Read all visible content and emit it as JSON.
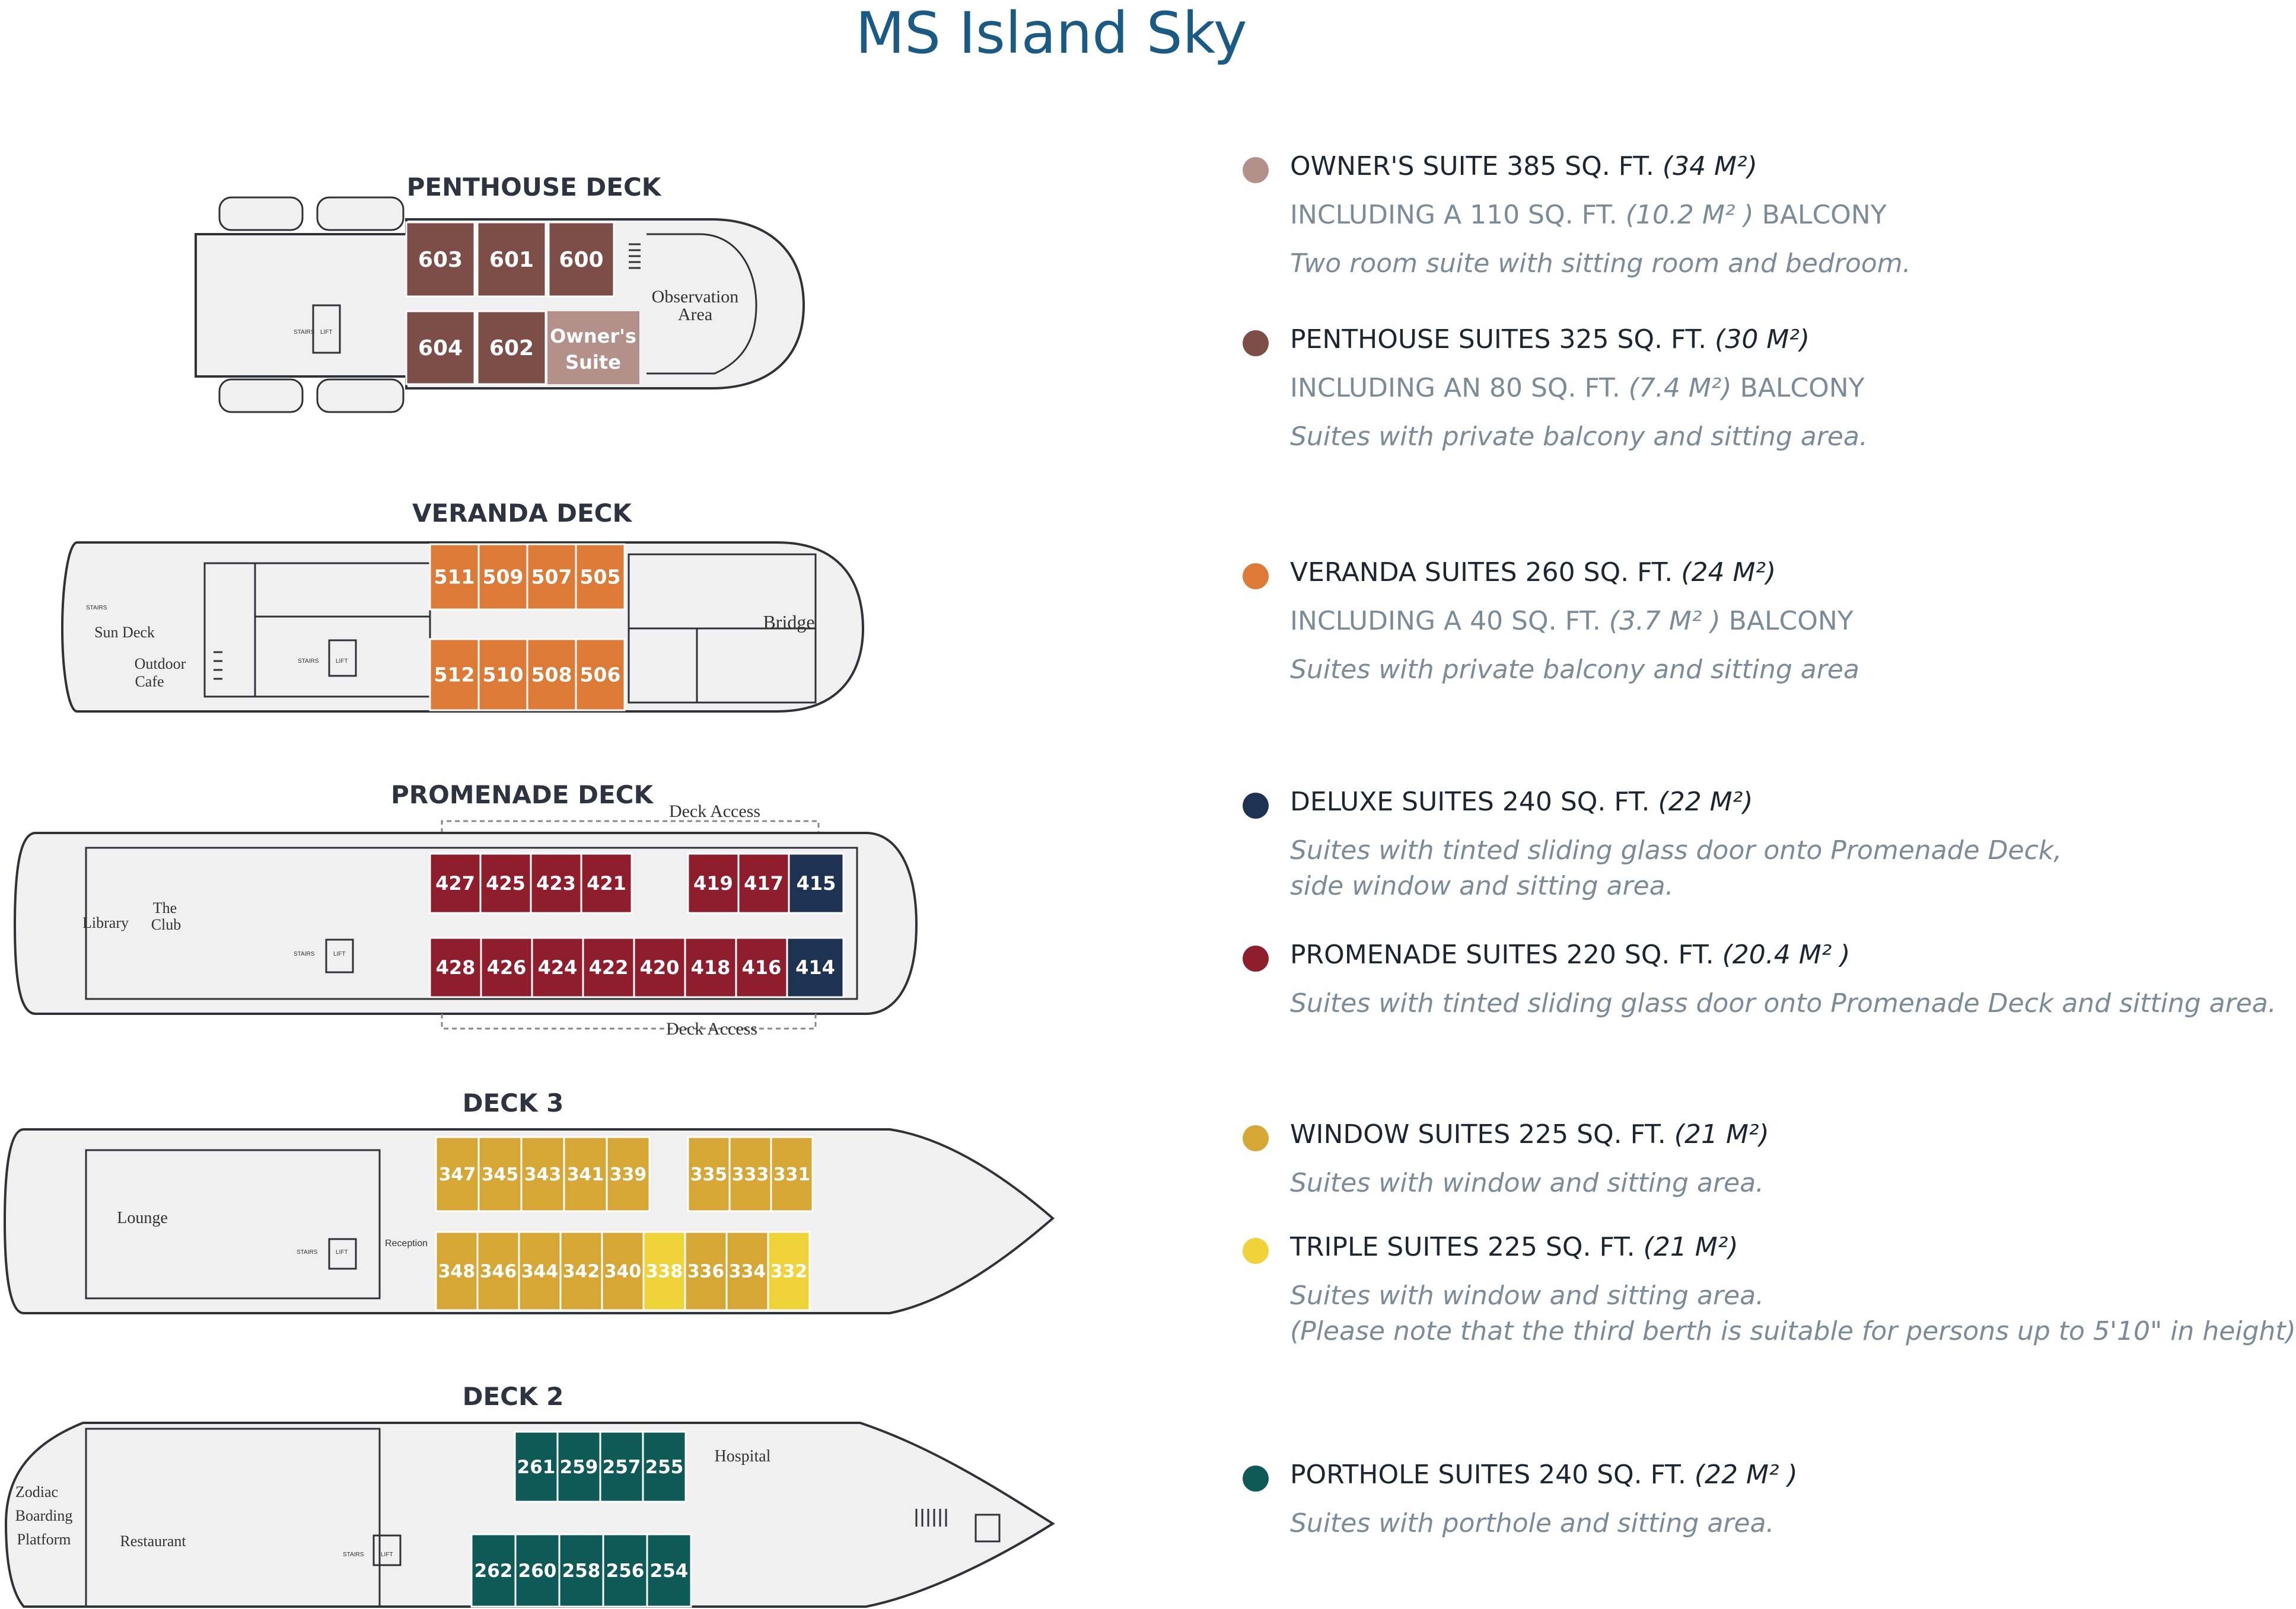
{
  "title": "MS Island Sky",
  "colors": {
    "owners": "#b39089",
    "penthouse": "#7d4e47",
    "veranda": "#dd7a35",
    "deluxe": "#1e3352",
    "promenade": "#8f1d2b",
    "window": "#d6a734",
    "triple": "#efd338",
    "porthole": "#0e5a57",
    "hull": "#f0f0f0",
    "outline": "#2f3237"
  },
  "decks": {
    "penthouse": {
      "title": "PENTHOUSE DECK",
      "cabins": [
        "603",
        "601",
        "600",
        "604",
        "602"
      ],
      "owners_suite": [
        "Owner's",
        "Suite"
      ],
      "labels": [
        "Observation",
        "Area"
      ],
      "stairs": "STAIRS",
      "lift": "LIFT"
    },
    "veranda": {
      "title": "VERANDA DECK",
      "cabins_top": [
        "511",
        "509",
        "507",
        "505"
      ],
      "cabins_bottom": [
        "512",
        "510",
        "508",
        "506"
      ],
      "labels": [
        "Sun Deck",
        "Outdoor",
        "Cafe",
        "Bridge"
      ],
      "stairs": "STAIRS",
      "lift": "LIFT"
    },
    "promenade": {
      "title": "PROMENADE DECK",
      "cabins_top": [
        "427",
        "425",
        "423",
        "421",
        "419",
        "417",
        "415"
      ],
      "cabins_bottom": [
        "428",
        "426",
        "424",
        "422",
        "420",
        "418",
        "416",
        "414"
      ],
      "labels": [
        "Library",
        "The",
        "Club"
      ],
      "deck_access_top": "Deck Access",
      "deck_access_bottom": "Deck Access",
      "stairs": "STAIRS",
      "lift": "LIFT"
    },
    "deck3": {
      "title": "DECK 3",
      "cabins_top": [
        "347",
        "345",
        "343",
        "341",
        "339",
        "335",
        "333",
        "331"
      ],
      "cabins_bottom": [
        "348",
        "346",
        "344",
        "342",
        "340",
        "338",
        "336",
        "334",
        "332"
      ],
      "labels": [
        "Lounge",
        "Reception"
      ],
      "stairs": "STAIRS",
      "lift": "LIFT"
    },
    "deck2": {
      "title": "DECK  2",
      "cabins_top": [
        "261",
        "259",
        "257",
        "255"
      ],
      "cabins_bottom": [
        "262",
        "260",
        "258",
        "256",
        "254"
      ],
      "labels": [
        "Zodiac",
        "Boarding",
        "Platform",
        "Restaurant",
        "Hospital"
      ],
      "stairs": "STAIRS",
      "lift": "LIFT"
    }
  },
  "legend": {
    "owners": {
      "head": "OWNER'S SUITE 385 SQ. FT.",
      "head_m": "(34 M²)",
      "sub": "INCLUDING A 110 SQ. FT.",
      "sub_m": "(10.2 M² )",
      "sub_end": "BALCONY",
      "desc": "Two room suite with sitting room and bedroom."
    },
    "penthouse": {
      "head": "PENTHOUSE SUITES 325 SQ. FT.",
      "head_m": "(30 M²)",
      "sub": "INCLUDING AN 80 SQ. FT.",
      "sub_m": "(7.4 M²)",
      "sub_end": "BALCONY",
      "desc": "Suites with private balcony and sitting area."
    },
    "veranda": {
      "head": "VERANDA SUITES 260 SQ. FT.",
      "head_m": "(24 M²)",
      "sub": "INCLUDING A 40 SQ. FT.",
      "sub_m": "(3.7 M² )",
      "sub_end": "BALCONY",
      "desc": "Suites with private balcony and sitting area"
    },
    "deluxe": {
      "head": "DELUXE SUITES 240 SQ. FT.",
      "head_m": "(22 M²)",
      "desc": "Suites with tinted sliding glass door onto Promenade Deck,",
      "desc2": "side window and sitting area."
    },
    "promenade": {
      "head": "PROMENADE SUITES 220 SQ. FT.",
      "head_m": "(20.4 M² )",
      "desc": "Suites with tinted sliding glass door onto Promenade Deck and sitting area."
    },
    "window": {
      "head": "WINDOW SUITES 225 SQ. FT.",
      "head_m": "(21 M²)",
      "desc": "Suites with window and sitting area."
    },
    "triple": {
      "head": "TRIPLE SUITES 225 SQ. FT.",
      "head_m": "(21 M²)",
      "desc": "Suites with window and sitting area.",
      "desc2": "(Please note that the third berth is suitable for persons up to 5'10\" in height)"
    },
    "porthole": {
      "head": "PORTHOLE SUITES 240 SQ. FT.",
      "head_m": "(22 M² )",
      "desc": "Suites with porthole and sitting area."
    }
  }
}
